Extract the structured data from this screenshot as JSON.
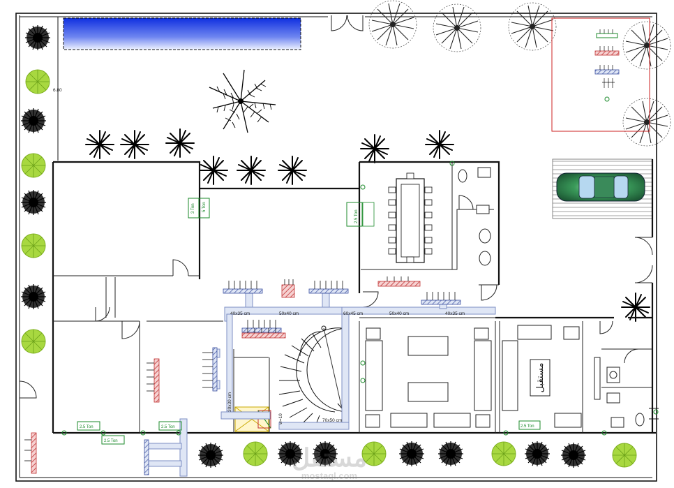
{
  "plan": {
    "pool_width_label": "6.80",
    "duct_labels": {
      "d1": "40x35 cm",
      "d2": "50x40 cm",
      "d3": "60x45 cm",
      "d4": "50x40 cm",
      "d5": "40x35 cm",
      "d6": "30x30 cm",
      "d7": "70x50 cm",
      "d8": "w=10"
    },
    "ac_units": {
      "u1": "3 Ton",
      "u2": "5 Ton",
      "u3": "2.5 Ton",
      "u4": "2.5 Ton",
      "u5": "2.5 Ton",
      "u6": "2.5 Ton",
      "u7": "2.5 Ton"
    },
    "calligraphy": "مستقبل",
    "watermark": {
      "arabic": "مستقل",
      "latin": "mostaql.com"
    }
  },
  "colors": {
    "pool_top": "#1030e0",
    "pool_bottom": "#ffffff",
    "duct_fill": "#dfe6f5",
    "duct_stroke": "#7d8fc4",
    "ac_green": "#1b8a2a",
    "return_red": "#c03030",
    "lawn_green": "#a8d840",
    "tree_dark": "#111111",
    "garage_red": "#cc2222",
    "car_green": "#2e8b57"
  }
}
